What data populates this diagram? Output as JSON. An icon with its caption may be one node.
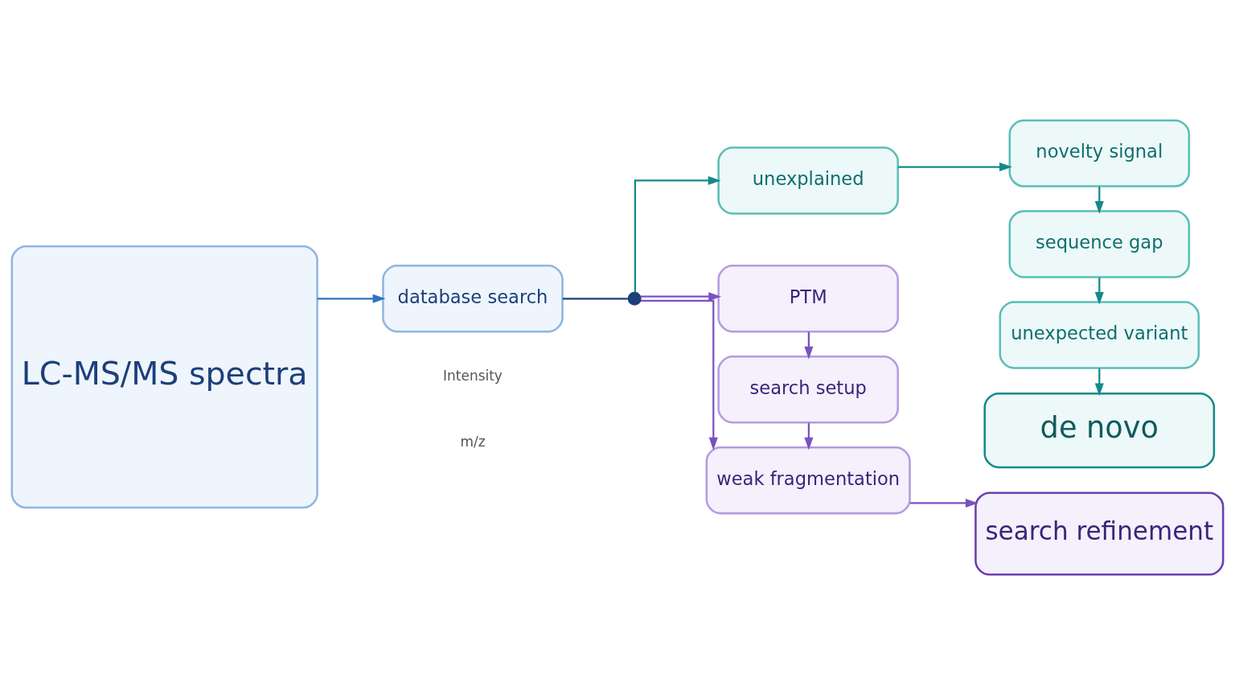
{
  "diagram": {
    "nodes": [
      {
        "text": [
          "LC-MS/MS spectra"
        ]
      },
      {
        "text": [
          "database search"
        ]
      },
      {
        "text": [],
        "shape": "circle"
      },
      {
        "text": [
          "unexplained"
        ]
      },
      {
        "text": [
          "novelty signal"
        ]
      },
      {
        "text": [
          "sequence gap"
        ]
      },
      {
        "text": [
          "unexpected variant"
        ]
      },
      {
        "text": [
          "de novo"
        ]
      },
      {
        "text": [
          "PTM"
        ]
      },
      {
        "text": [
          "search setup"
        ]
      },
      {
        "text": [
          "weak fragmentation"
        ]
      },
      {
        "text": [
          "search refinement"
        ]
      }
    ],
    "edges": [
      {
        "from": 0,
        "to": 1,
        "arrow": "to",
        "color": "#2f74c0"
      },
      {
        "from": 1,
        "to": 2,
        "arrow": "none",
        "color": "#1d3f7a"
      },
      {
        "from": 2,
        "to": 3,
        "arrow": "to",
        "color": "#15898a"
      },
      {
        "from": 2,
        "to": 8,
        "arrow": "to",
        "color": "#7a52c0"
      },
      {
        "from": 2,
        "to": 10,
        "arrow": "to",
        "color": "#7a52c0"
      },
      {
        "from": 3,
        "to": 4,
        "arrow": "to",
        "color": "#15898a"
      },
      {
        "from": 4,
        "to": 5,
        "arrow": "to",
        "color": "#15898a"
      },
      {
        "from": 5,
        "to": 6,
        "arrow": "to",
        "color": "#15898a"
      },
      {
        "from": 6,
        "to": 7,
        "arrow": "to",
        "color": "#15898a"
      },
      {
        "from": 8,
        "to": 9,
        "arrow": "to",
        "color": "#7a52c0"
      },
      {
        "from": 9,
        "to": 10,
        "arrow": "to",
        "color": "#7a52c0"
      },
      {
        "from": 10,
        "to": 11,
        "arrow": "to",
        "color": "#7a52c0"
      }
    ],
    "labels": [
      "Intensity",
      "m/z"
    ]
  }
}
